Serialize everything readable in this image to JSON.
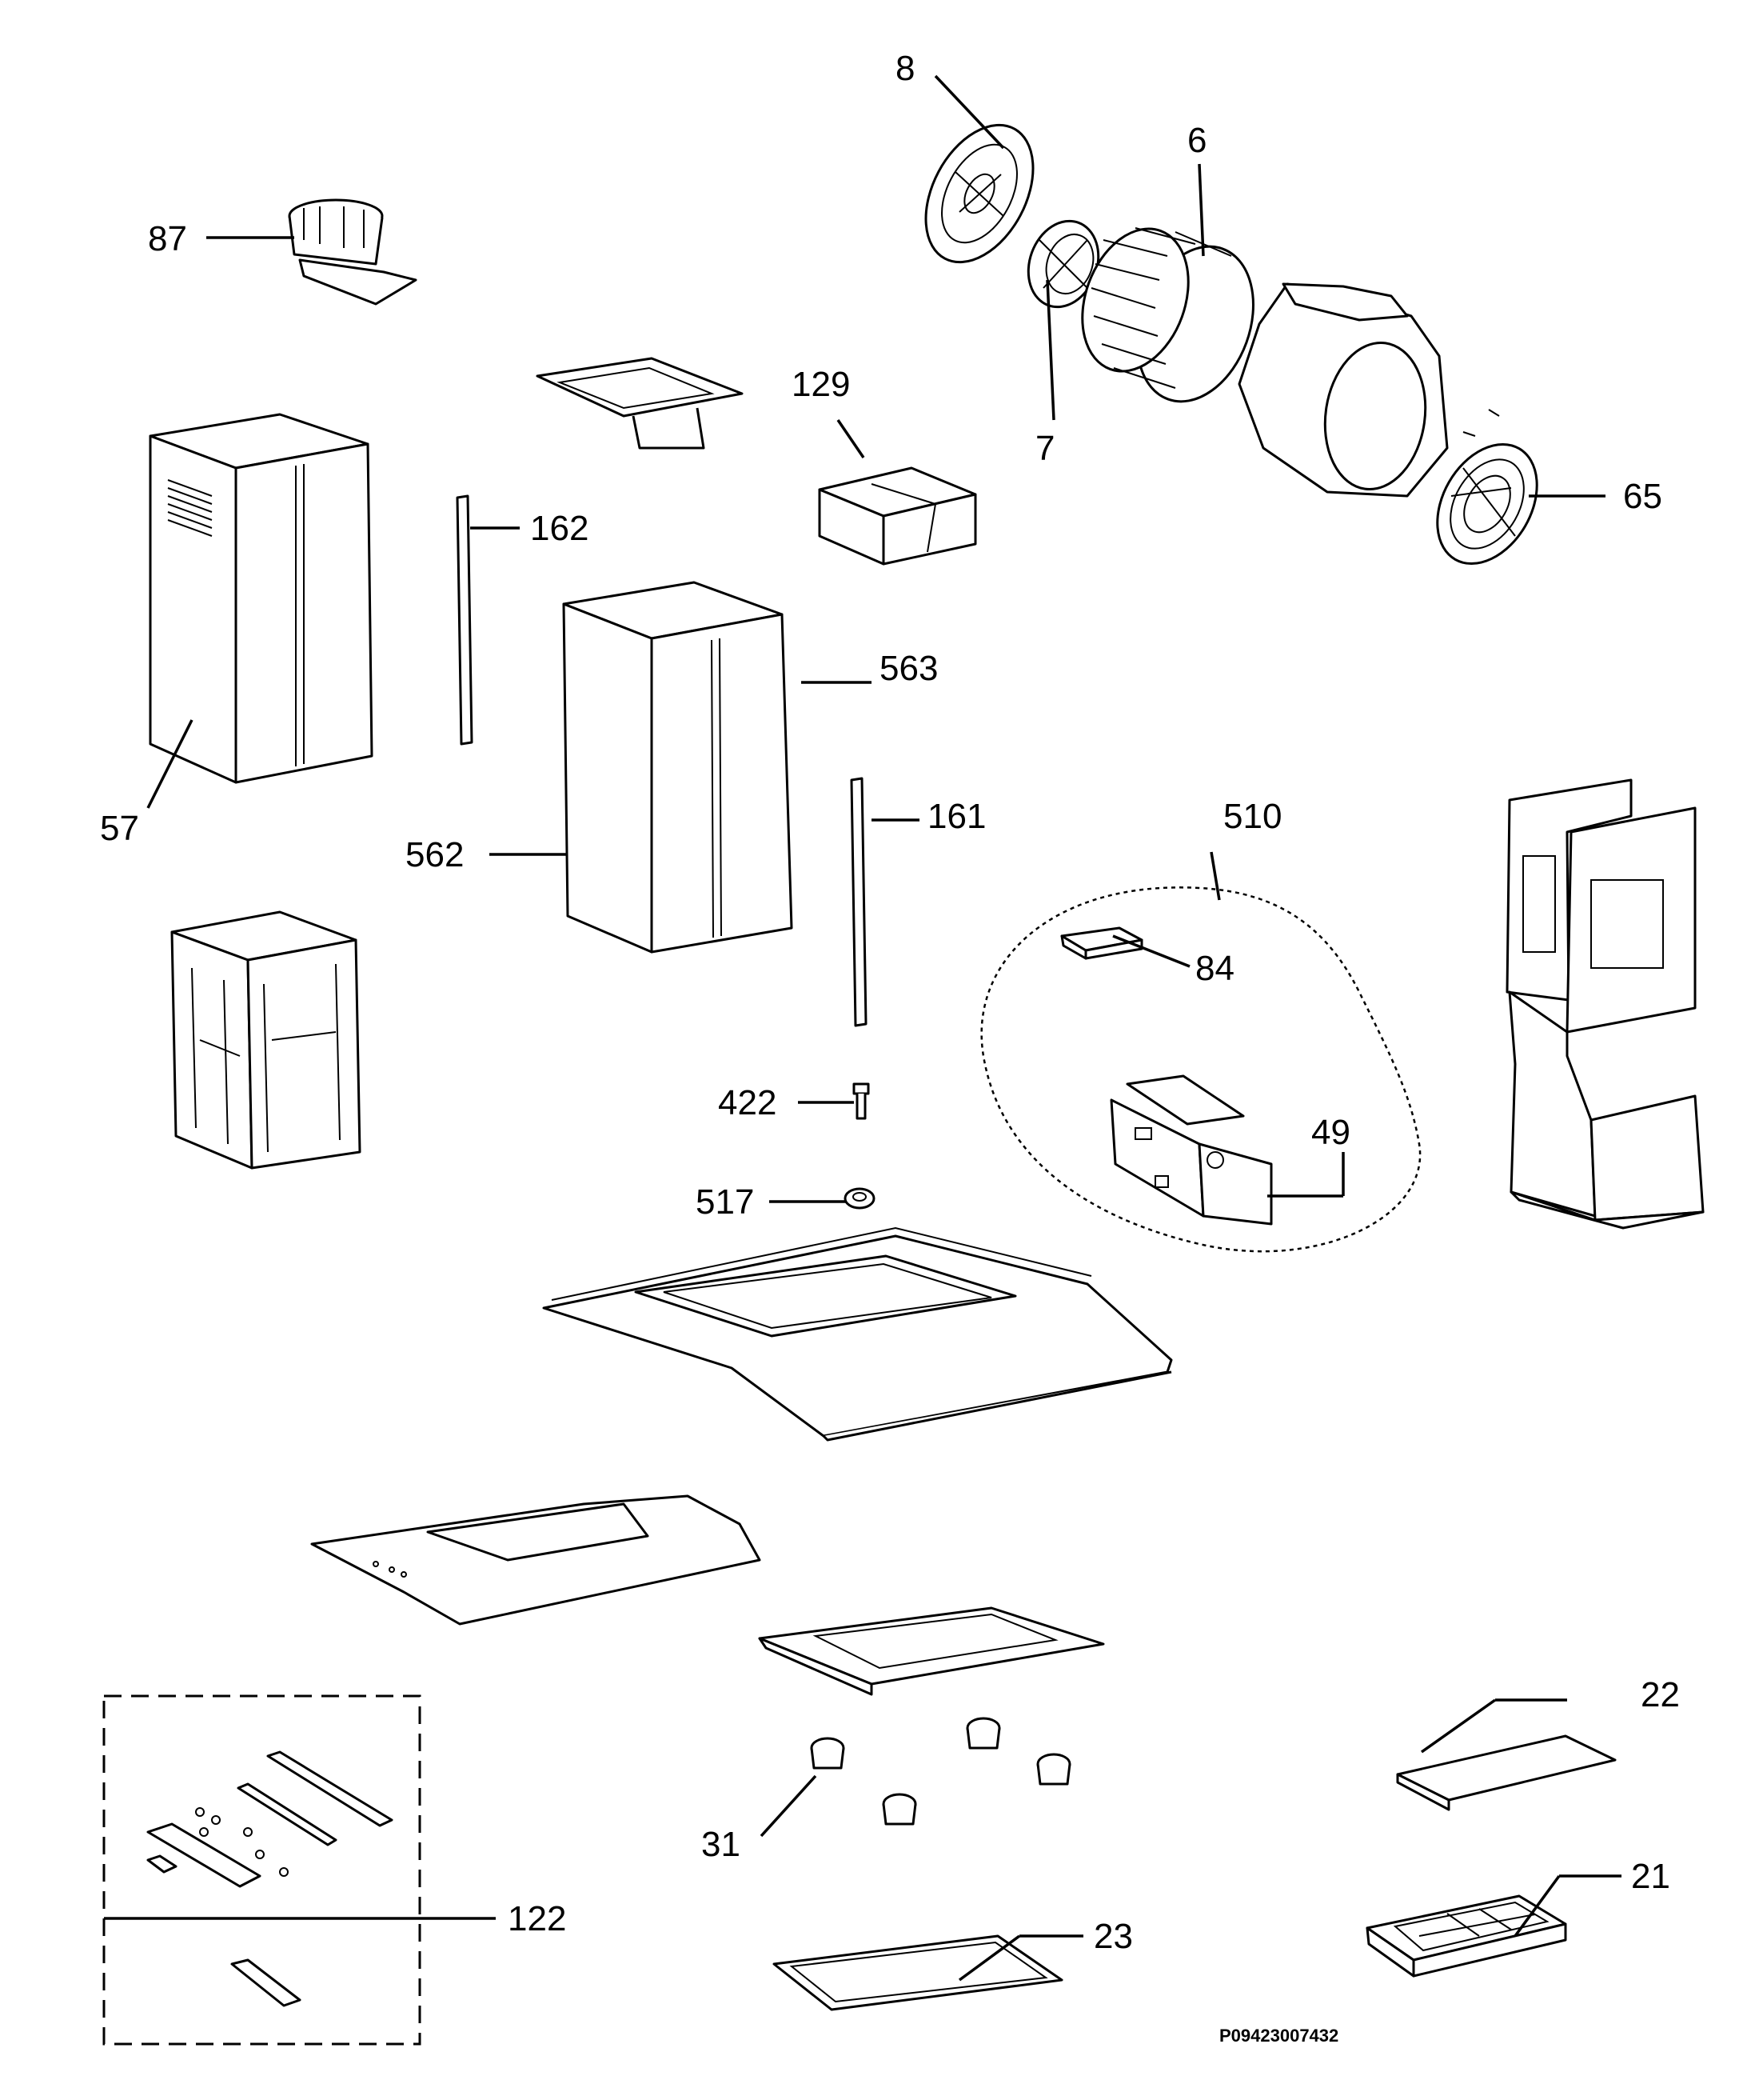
{
  "labels": {
    "l8": "8",
    "l6": "6",
    "l87": "87",
    "l129": "129",
    "l7": "7",
    "l65": "65",
    "l162": "162",
    "l563": "563",
    "l57": "57",
    "l562": "562",
    "l161": "161",
    "l510": "510",
    "l84": "84",
    "l49": "49",
    "l422": "422",
    "l517": "517",
    "l22": "22",
    "l31": "31",
    "l21": "21",
    "l122": "122",
    "l23": "23"
  },
  "drawing_code": "P09423007432"
}
